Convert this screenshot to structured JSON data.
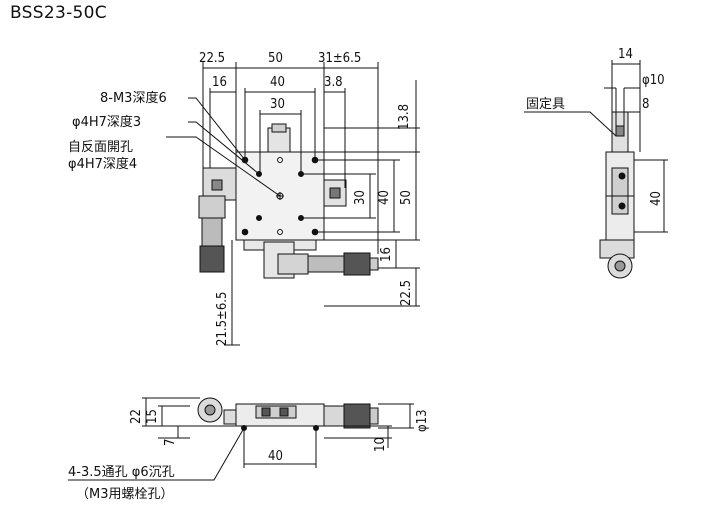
{
  "title": "BSS23-50C",
  "dims": {
    "top_22_5": "22.5",
    "top_50": "50",
    "top_31": "31±6.5",
    "top_16": "16",
    "top_40": "40",
    "top_3_8": "3.8",
    "top_30": "30",
    "right_13_8": "13.8",
    "right_30": "30",
    "right_40": "40",
    "right_50": "50",
    "right_16": "16",
    "right_22_5": "22.5",
    "left_21_5": "21.5±6.5",
    "side_14": "14",
    "side_phi10": "φ10",
    "side_8": "8",
    "side_40": "40",
    "front_22": "22",
    "front_15": "15",
    "front_7": "7",
    "front_40": "40",
    "front_phi13": "φ13",
    "front_10": "10"
  },
  "labels": {
    "m3": "8-M3深度6",
    "h7": "φ4H7深度3",
    "back_hole": "自反面開孔",
    "back_h7": "φ4H7深度4",
    "fixture": "固定具",
    "through_hole": "4-3.5通孔 φ6沉孔",
    "bolt": "（M3用螺栓孔）"
  }
}
